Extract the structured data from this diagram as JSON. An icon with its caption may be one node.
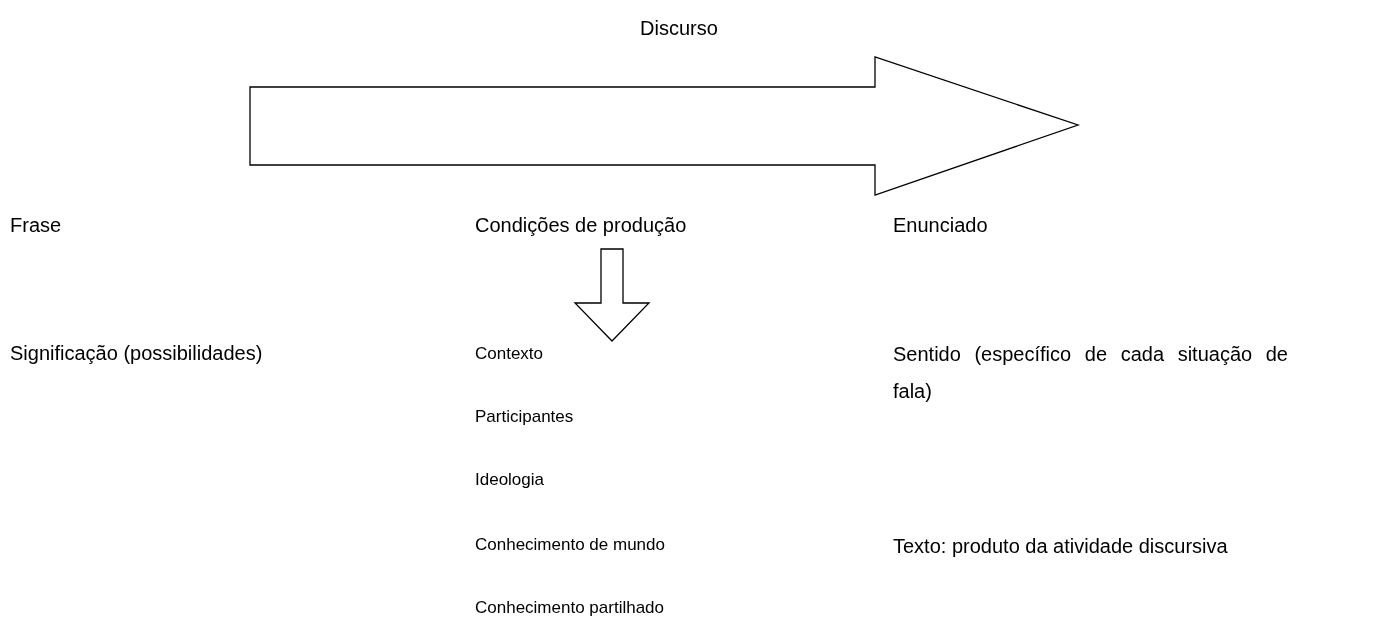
{
  "diagram": {
    "title": "Discurso",
    "nodes": [
      {
        "text": [
          "Condições de produção"
        ]
      },
      {
        "text": [
          "Contexto"
        ]
      }
    ],
    "edges": [
      {
        "from": 0,
        "to": 1,
        "arrow": "to"
      }
    ],
    "labels": [
      "Frase",
      "Enunciado",
      "Significação (possibilidades)",
      "Sentido (específico de cada situação de fala)",
      "Participantes",
      "Ideologia",
      "Conhecimento de mundo",
      "Texto: produto da atividade discursiva",
      "Conhecimento partilhado"
    ]
  }
}
